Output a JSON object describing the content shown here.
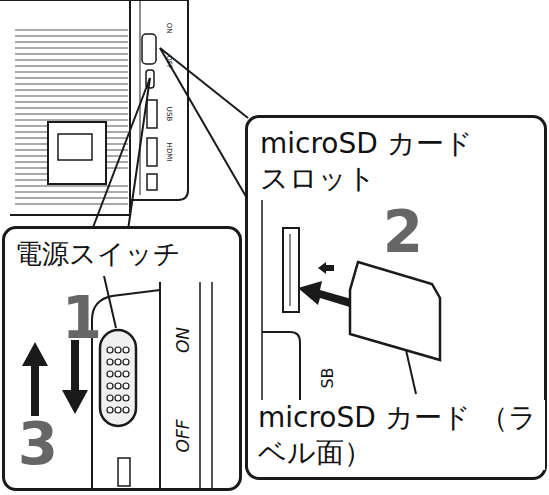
{
  "diagram": {
    "nodes": [
      {
        "text": [
          "電源スイッチ"
        ]
      },
      {
        "text": [
          "microSD カード スロット",
          "microSD カード （ラベル面）"
        ]
      }
    ],
    "labels": [
      "1",
      "3",
      "ON",
      "OFF",
      "2",
      "SB",
      "ON",
      "OFF",
      "USB",
      "HDMI"
    ]
  }
}
